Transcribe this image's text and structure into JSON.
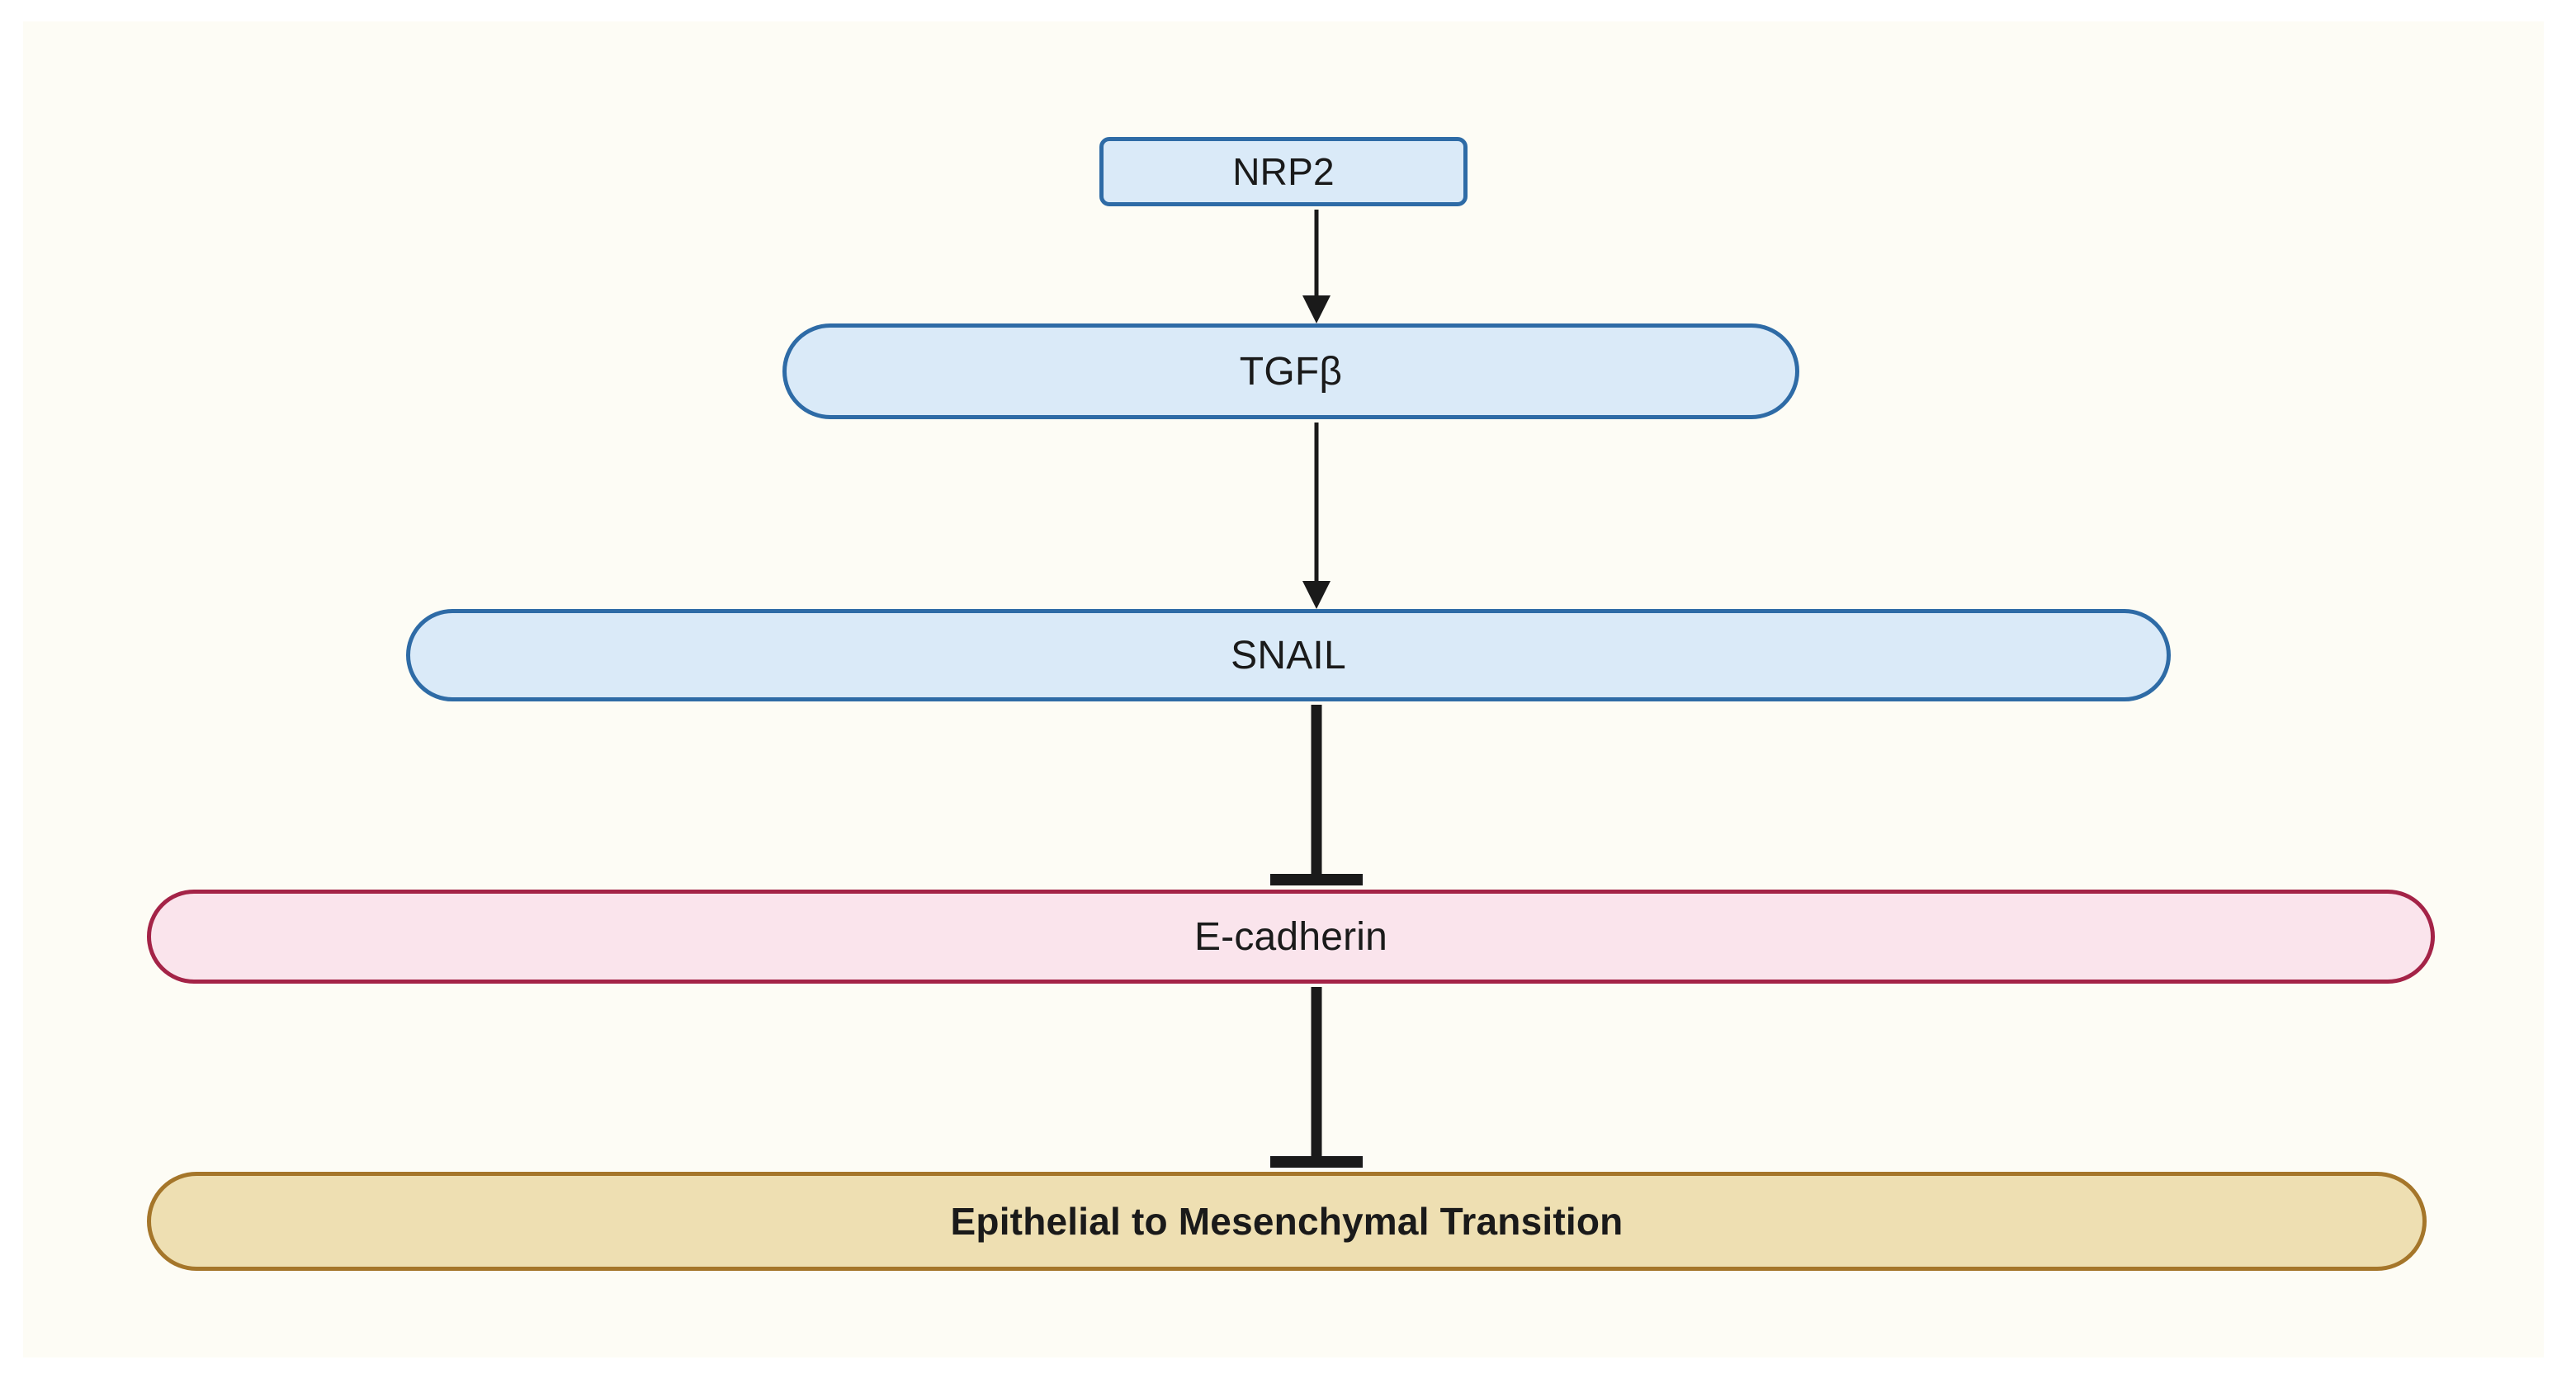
{
  "figure": {
    "type": "signaling-pathway-diagram",
    "background_color": "#fdfcf5",
    "page_color": "#ffffff"
  },
  "nodes": [
    {
      "id": "nrp2",
      "label": "NRP2",
      "shape": "rounded-rectangle",
      "fill": "#daeaf8",
      "stroke": "#2e6ba6",
      "text_color": "#1a1a1a",
      "bold": false
    },
    {
      "id": "tgfb",
      "label": "TGFβ",
      "shape": "pill",
      "fill": "#daeaf8",
      "stroke": "#2e6ba6",
      "text_color": "#1a1a1a",
      "bold": false
    },
    {
      "id": "snail",
      "label": "SNAIL",
      "shape": "pill",
      "fill": "#daeaf8",
      "stroke": "#2e6ba6",
      "text_color": "#1a1a1a",
      "bold": false
    },
    {
      "id": "ecadherin",
      "label": "E-cadherin",
      "shape": "pill",
      "fill": "#fae4ec",
      "stroke": "#a42347",
      "text_color": "#1a1a1a",
      "bold": false
    },
    {
      "id": "emt",
      "label": "Epithelial to Mesenchymal Transition",
      "shape": "pill",
      "fill": "#eedfb2",
      "stroke": "#a5762a",
      "text_color": "#1a1a1a",
      "bold": true
    }
  ],
  "connectors": [
    {
      "id": "nrp2-tgfb",
      "from": "nrp2",
      "to": "tgfb",
      "kind": "activation-arrow",
      "color": "#1a1a1a"
    },
    {
      "id": "tgfb-snail",
      "from": "tgfb",
      "to": "snail",
      "kind": "activation-arrow",
      "color": "#1a1a1a"
    },
    {
      "id": "snail-ecadherin",
      "from": "snail",
      "to": "ecadherin",
      "kind": "inhibition-tbar",
      "color": "#1a1a1a"
    },
    {
      "id": "ecadherin-emt",
      "from": "ecadherin",
      "to": "emt",
      "kind": "inhibition-tbar",
      "color": "#1a1a1a"
    }
  ]
}
